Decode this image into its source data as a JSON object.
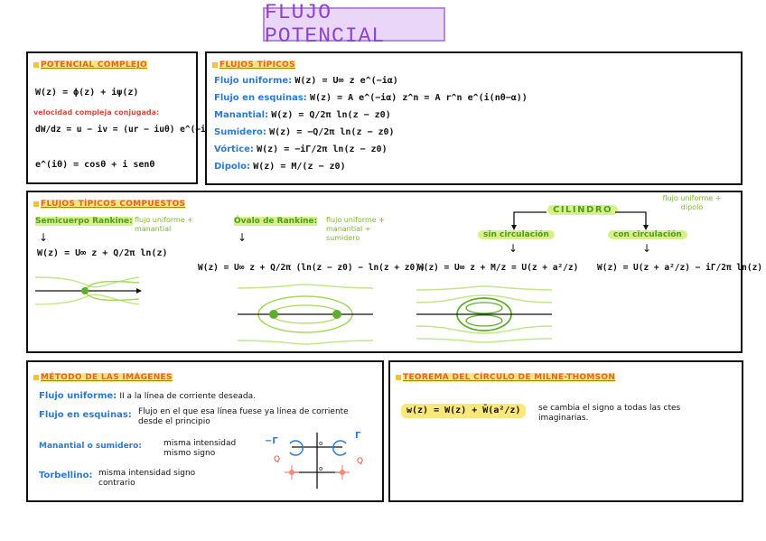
{
  "title": "FLUJO POTENCIAL",
  "potencial": {
    "header": "POTENCIAL COMPLEJO",
    "eq1": "W(z) = ϕ(z) + iψ(z)",
    "label": "velocidad compleja conjugada:",
    "eq2": "dW/dz = u − iv = (ur − iuθ) e^(−iθ)",
    "eq3": "e^(iθ) = cosθ + i senθ"
  },
  "tipicos": {
    "header": "FLUJOS TÍPICOS",
    "items": [
      {
        "label": "Flujo uniforme:",
        "eq": "W(z) = U∞ z e^(−iα)"
      },
      {
        "label": "Flujo en esquinas:",
        "eq": "W(z) = A e^(−iα) z^n = A r^n e^(i(nθ−α))"
      },
      {
        "label": "Manantial:",
        "eq": "W(z) = Q/2π ln(z − z0)"
      },
      {
        "label": "Sumidero:",
        "eq": "W(z) = −Q/2π ln(z − z0)"
      },
      {
        "label": "Vórtice:",
        "eq": "W(z) = −iΓ/2π ln(z − z0)"
      },
      {
        "label": "Dipolo:",
        "eq": "W(z) = M/(z − z0)"
      }
    ]
  },
  "compuestos": {
    "header": "FLUJOS TÍPICOS COMPUESTOS",
    "rankine_label": "Semicuerpo Rankine:",
    "rankine_parts": "flujo uniforme + manantial",
    "rankine_eq": "W(z) = U∞ z + Q/2π ln(z)",
    "ovalo_label": "Óvalo de Rankine:",
    "ovalo_parts": "flujo uniforme + manantial + sumidero",
    "ovalo_eq": "W(z) = U∞ z + Q/2π (ln(z − z0) − ln(z + z0))",
    "cilindro_label": "CILINDRO",
    "cilindro_parts": "flujo uniforme + dipolo",
    "sin_label": "sin circulación",
    "sin_eq": "W(z) = U∞ z + M/z = U(z + a²/z)",
    "con_label": "con circulación",
    "con_eq": "W(z) = U(z + a²/z) − iΓ/2π ln(z)"
  },
  "metodo": {
    "header": "MÉTODO DE LAS IMÁGENES",
    "rows": [
      {
        "label": "Flujo uniforme:",
        "text": "II a la línea de corriente deseada."
      },
      {
        "label": "Flujo en esquinas:",
        "text": "Flujo en el que esa línea fuese ya línea de corriente desde el principio"
      },
      {
        "label": "Manantial o sumidero:",
        "text": "misma intensidad mismo signo"
      },
      {
        "label": "Torbellino:",
        "text": "misma intensidad signo contrario"
      }
    ],
    "gamma_left": "−Γ",
    "gamma_right": "Γ",
    "q_left": "Q",
    "q_right": "Q"
  },
  "milne": {
    "header": "TEOREMA DEL CÍRCULO DE MILNE-THOMSON",
    "eq": "w(z) = W(z) + W̄(a²/z)",
    "note": "se cambia el signo a todas las ctes imaginarias."
  },
  "colors": {
    "accent_purple": "#8e44c9",
    "header_orange": "#e0632e",
    "blue": "#2b7ad0",
    "green": "#4e9c1f",
    "highlight_yellow": "#fbe77a",
    "highlight_green": "#d8ef8a"
  }
}
